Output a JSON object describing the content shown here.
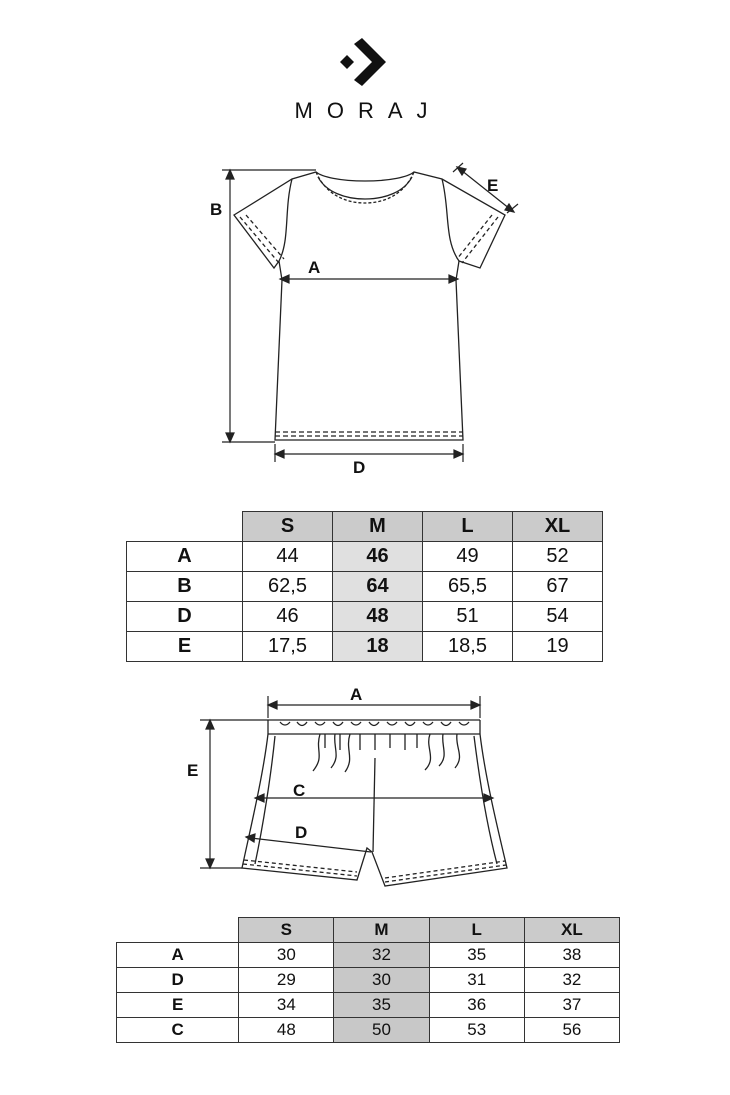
{
  "brand": {
    "name": "MORAJ",
    "logo_icon": "moraj-chevron-logo-icon"
  },
  "tshirt": {
    "dimension_labels": {
      "a": "A",
      "b": "B",
      "d": "D",
      "e": "E"
    },
    "table": {
      "sizes": [
        "S",
        "M",
        "L",
        "XL"
      ],
      "rows": [
        {
          "label": "A",
          "values": [
            "44",
            "46",
            "49",
            "52"
          ]
        },
        {
          "label": "B",
          "values": [
            "62,5",
            "64",
            "65,5",
            "67"
          ]
        },
        {
          "label": "D",
          "values": [
            "46",
            "48",
            "51",
            "54"
          ]
        },
        {
          "label": "E",
          "values": [
            "17,5",
            "18",
            "18,5",
            "19"
          ]
        }
      ]
    }
  },
  "shorts": {
    "dimension_labels": {
      "a": "A",
      "c": "C",
      "d": "D",
      "e": "E"
    },
    "table": {
      "sizes": [
        "S",
        "M",
        "L",
        "XL"
      ],
      "rows": [
        {
          "label": "A",
          "values": [
            "30",
            "32",
            "35",
            "38"
          ]
        },
        {
          "label": "D",
          "values": [
            "29",
            "30",
            "31",
            "32"
          ]
        },
        {
          "label": "E",
          "values": [
            "34",
            "35",
            "36",
            "37"
          ]
        },
        {
          "label": "C",
          "values": [
            "48",
            "50",
            "53",
            "56"
          ]
        }
      ]
    }
  },
  "colors": {
    "header_fill": "#cbcbcb",
    "highlight_m_tshirt": "#e0e0e0",
    "highlight_m_shorts": "#c8c8c8",
    "line": "#333333"
  }
}
